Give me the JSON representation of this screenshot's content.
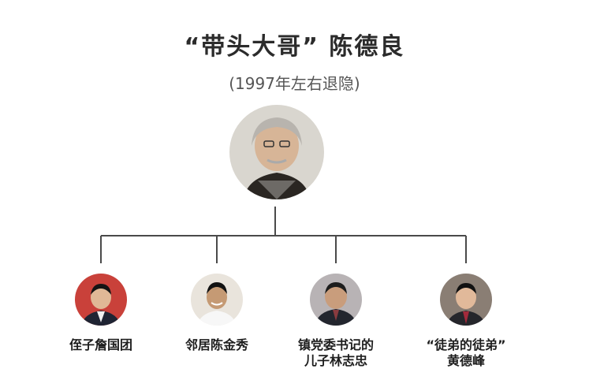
{
  "root": {
    "title": "“带头大哥” 陈德良",
    "subtitle": "(1997年左右退隐)"
  },
  "children": [
    {
      "line1": "侄子詹国团",
      "line2": ""
    },
    {
      "line1": "邻居陈金秀",
      "line2": ""
    },
    {
      "line1": "镇党委书记的",
      "line2": "儿子林志忠"
    },
    {
      "line1": "“徒弟的徒弟”",
      "line2": "黄德峰"
    }
  ],
  "colors": {
    "connector": "#4a4a4a",
    "text": "#1e1e1e"
  }
}
